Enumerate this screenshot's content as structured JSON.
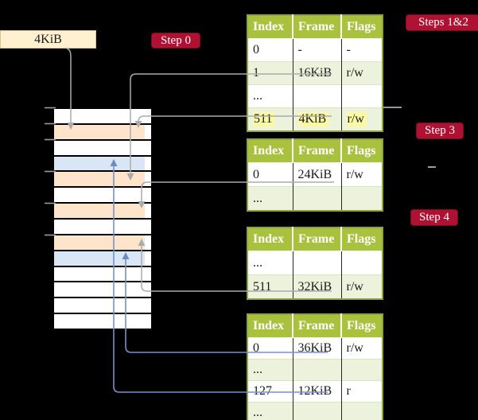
{
  "slide": {
    "background": "#000000"
  },
  "frame_box": {
    "label": "4KiB"
  },
  "badges": {
    "step0": {
      "label": "Step 0"
    },
    "steps_1_2": {
      "label": "Steps 1&2"
    },
    "step3": {
      "label": "Step 3"
    },
    "step4": {
      "label": "Step 4"
    }
  },
  "memory_stack": {
    "rows": [
      "white",
      "peach",
      "white",
      "blue",
      "peach",
      "white",
      "peach",
      "white",
      "peach",
      "blue",
      "white",
      "white",
      "white",
      "white"
    ],
    "tick_count": 6
  },
  "tables": [
    {
      "step_label": "Steps 1&2",
      "headers": [
        "Index",
        "Frame",
        "Flags"
      ],
      "rows": [
        {
          "index": "0",
          "frame": "-",
          "flags": "-",
          "shaded": false,
          "highlighted": false
        },
        {
          "index": "1",
          "frame": "16KiB",
          "flags": "r/w",
          "shaded": true,
          "highlighted": false
        },
        {
          "index": "...",
          "frame": "",
          "flags": "",
          "shaded": false,
          "highlighted": false
        },
        {
          "index": "511",
          "frame": "4KiB",
          "flags": "r/w",
          "shaded": true,
          "highlighted": true
        }
      ]
    },
    {
      "step_label": "Step 3",
      "headers": [
        "Index",
        "Frame",
        "Flags"
      ],
      "rows": [
        {
          "index": "0",
          "frame": "24KiB",
          "flags": "r/w",
          "shaded": false,
          "highlighted": false
        },
        {
          "index": "...",
          "frame": "",
          "flags": "",
          "shaded": true,
          "highlighted": false
        }
      ]
    },
    {
      "step_label": "Step 4",
      "headers": [
        "Index",
        "Frame",
        "Flags"
      ],
      "rows": [
        {
          "index": "...",
          "frame": "",
          "flags": "",
          "shaded": false,
          "highlighted": false
        },
        {
          "index": "511",
          "frame": "32KiB",
          "flags": "r/w",
          "shaded": true,
          "highlighted": false
        }
      ]
    },
    {
      "step_label": "",
      "headers": [
        "Index",
        "Frame",
        "Flags"
      ],
      "rows": [
        {
          "index": "0",
          "frame": "36KiB",
          "flags": "r/w",
          "shaded": false,
          "highlighted": false
        },
        {
          "index": "...",
          "frame": "",
          "flags": "",
          "shaded": true,
          "highlighted": false
        },
        {
          "index": "127",
          "frame": "12KiB",
          "flags": "r",
          "shaded": false,
          "highlighted": false
        },
        {
          "index": "...",
          "frame": "",
          "flags": "",
          "shaded": true,
          "highlighted": false
        }
      ]
    }
  ],
  "connectors": [
    {
      "from": "frame-label-4KiB",
      "to": "frame-4KiB",
      "color": "gray"
    },
    {
      "from": "table1-entry-1",
      "to": "frame-16KiB",
      "color": "gray"
    },
    {
      "from": "table1-entry-511",
      "to": "frame-4KiB",
      "color": "gray"
    },
    {
      "from": "table2-entry-0",
      "to": "frame-24KiB",
      "color": "gray"
    },
    {
      "from": "table3-entry-511",
      "to": "frame-32KiB",
      "color": "gray"
    },
    {
      "from": "table4-entry-0",
      "to": "frame-36KiB",
      "color": "blue"
    },
    {
      "from": "table4-entry-127",
      "to": "frame-12KiB",
      "color": "blue"
    }
  ],
  "colors": {
    "background": "#000000",
    "table_header_green": "#a9c23e",
    "table_border_green": "#8ea444",
    "table_row_green": "#edf2dc",
    "badge_crimson": "#ae1131",
    "frame_label_cream": "#fdf1d0",
    "mem_row_peach": "#fde4cb",
    "mem_row_blue": "#d9e6f6",
    "highlight_yellow": "#fcf9a3",
    "arrow_gray": "#ababab",
    "arrow_blue": "#7691c5"
  }
}
